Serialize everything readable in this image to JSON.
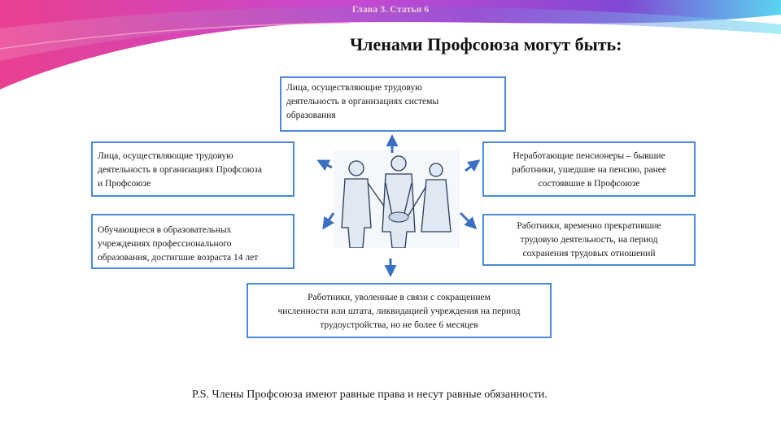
{
  "slide": {
    "chapter_label": "Глава 3. Статья 6",
    "title": "Членами Профсоюза могут быть:",
    "boxes": {
      "top": "Лица, осуществляющие трудовую\nдеятельность в организациях системы\nобразования",
      "left_upper": "Лица,  осуществляющие трудовую\nдеятельность в организациях Профсоюза\nи Профсоюзе",
      "right_upper": "Неработающие пенсионеры – бывшие\nработники, ушедшие на пенсию, ранее\nсостоявшие в Профсоюзе",
      "left_lower": "Обучающиеся в образовательных\nучреждениях профессионального\n образования, достигшие возраста 14 лет",
      "right_lower": "Работники, временно прекратившие\nтрудовую деятельность, на период\nсохранения трудовых отношений",
      "bottom": "Работники, уволенные в связи с сокращением\nчисленности или штата, ликвидацией учреждения на период\nтрудоустройства, но не более 6 месяцев"
    },
    "footnote": "P.S. Члены Профсоюза имеют равные права и несут равные обязанности."
  },
  "colors": {
    "box_border": "#4a89dc",
    "arrow": "#3b6fc4",
    "banner_pink": "#e8358a",
    "banner_purple": "#7a3fd1",
    "banner_cyan": "#4fd3f0"
  },
  "icons": [
    "handshake-illustration-icon",
    "arrow-up-icon",
    "arrow-down-icon",
    "arrow-left-icon",
    "arrow-right-icon"
  ]
}
